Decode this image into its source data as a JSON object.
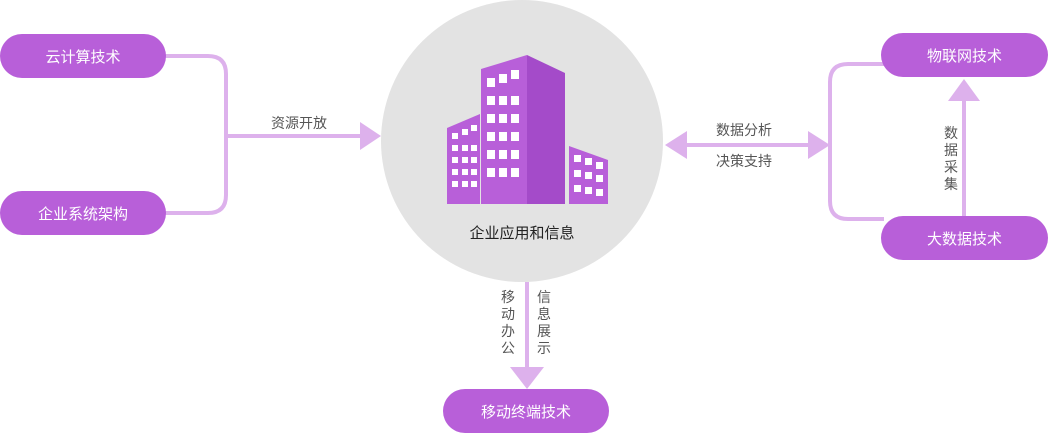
{
  "nodes": {
    "cloud": "云计算技术",
    "enterprise": "企业系统架构",
    "iot": "物联网技术",
    "bigdata": "大数据技术",
    "mobile": "移动终端技术",
    "center": "企业应用和信息"
  },
  "edges": {
    "resource_open": "资源开放",
    "data_analysis": "数据分析",
    "decision_support": "决策支持",
    "data_collection": "数据采集",
    "mobile_office": "移动办公",
    "info_display": "信息展示"
  },
  "icons": {
    "center": "office-buildings-icon"
  },
  "colors": {
    "accent": "#b85fd9",
    "connector": "#ddb1ec",
    "circle": "#e3e3e3"
  }
}
